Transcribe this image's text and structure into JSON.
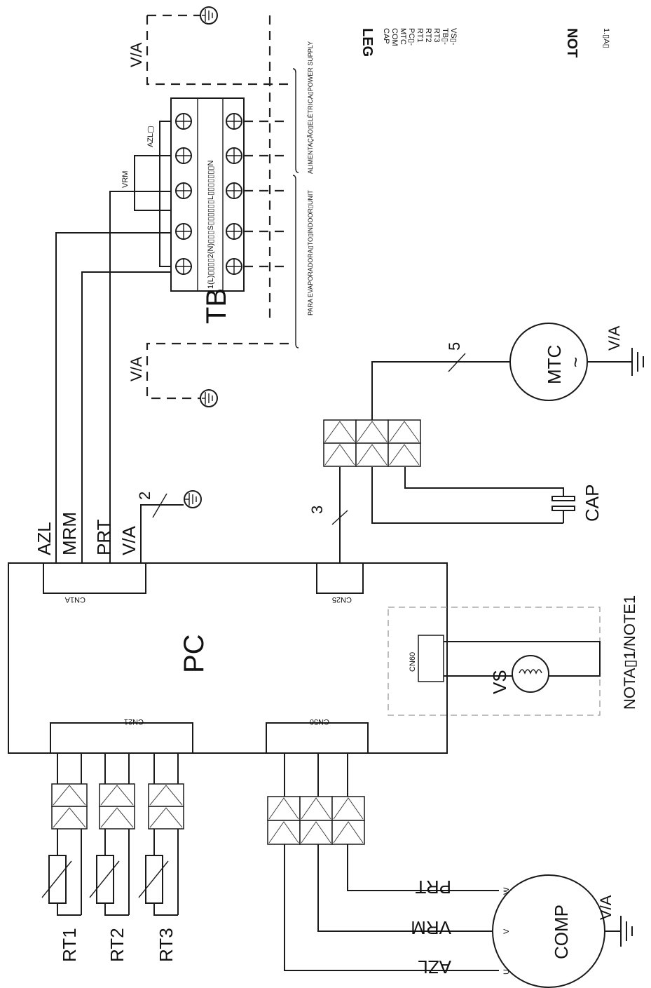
{
  "board": {
    "label": "PC",
    "cn1a": "CN1A",
    "cn25": "CN25",
    "cn21": "CN21",
    "cn50": "CN50",
    "cn60": "CN60"
  },
  "cn1a_wires": {
    "azl": "AZL",
    "mrm": "MRM",
    "prt": "PRT",
    "va": "V/A",
    "count": "2"
  },
  "terminal_block": {
    "label": "TB",
    "wire_azl": "AZL▢",
    "wire_vrm": "VRM",
    "terminals_text": "1(L)▯▯▯▯2(N)▯▯▯S▯▯▯▯▯▯L▯▯▯▯▯▯▯N",
    "power_supply_label": "ALIMENTAÇÃO▯ELÉTRICA▯POWER SUPPLY",
    "evaporator_label": "PARA EVAPORADORA▯TO▯INDOOR▯UNIT",
    "ground_top": "V/A",
    "ground_bottom": "V/A"
  },
  "fan_motor": {
    "label": "MTC",
    "symbol": "~",
    "ground": "V/A",
    "wire_count": "5"
  },
  "capacitor": {
    "label": "CAP"
  },
  "cn25_wire_count": "3",
  "sensor": {
    "label": "VS",
    "note": "NOTA▯1/NOTE1"
  },
  "thermistors": [
    "RT1",
    "RT2",
    "RT3"
  ],
  "compressor": {
    "label": "COMP",
    "ground": "V/A",
    "terminals": [
      "U",
      "V",
      "W"
    ],
    "wires": [
      "AZL",
      "VRM",
      "PRT"
    ]
  },
  "legend": {
    "title": "LEG",
    "items": [
      "CAP",
      "COM",
      "MTC",
      "PC▯-",
      "RT1",
      "RT2",
      "RT3",
      "TB▯-",
      "VS▯-"
    ],
    "notes_title": "NOT",
    "note1": "1.▯A▯"
  }
}
